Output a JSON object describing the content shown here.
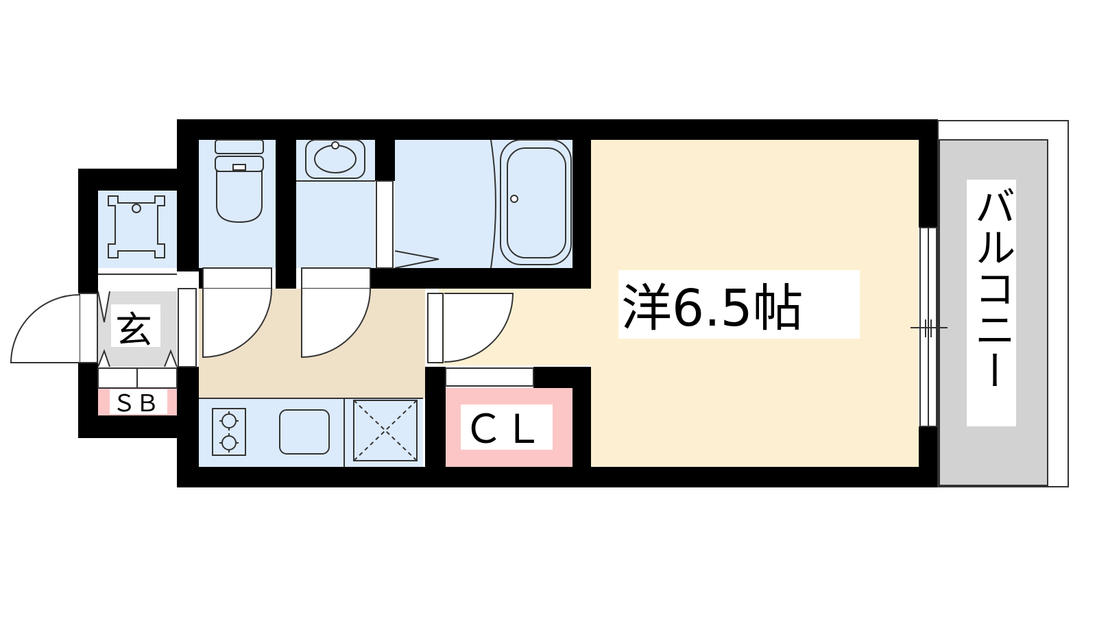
{
  "labels": {
    "room": "洋6.5帖",
    "balcony": "バルコニー",
    "entrance": "玄",
    "shoe_box": "ＳＢ",
    "closet": "ＣＬ"
  },
  "colors": {
    "wall": "#000000",
    "room_floor": "#fdf0d2",
    "wet_area": "#dcebfb",
    "kitchen_floor": "#efe0c8",
    "storage": "#fcc6c6",
    "balcony": "#d2d2d2",
    "entrance": "#dcdcdc",
    "line": "#333333"
  }
}
